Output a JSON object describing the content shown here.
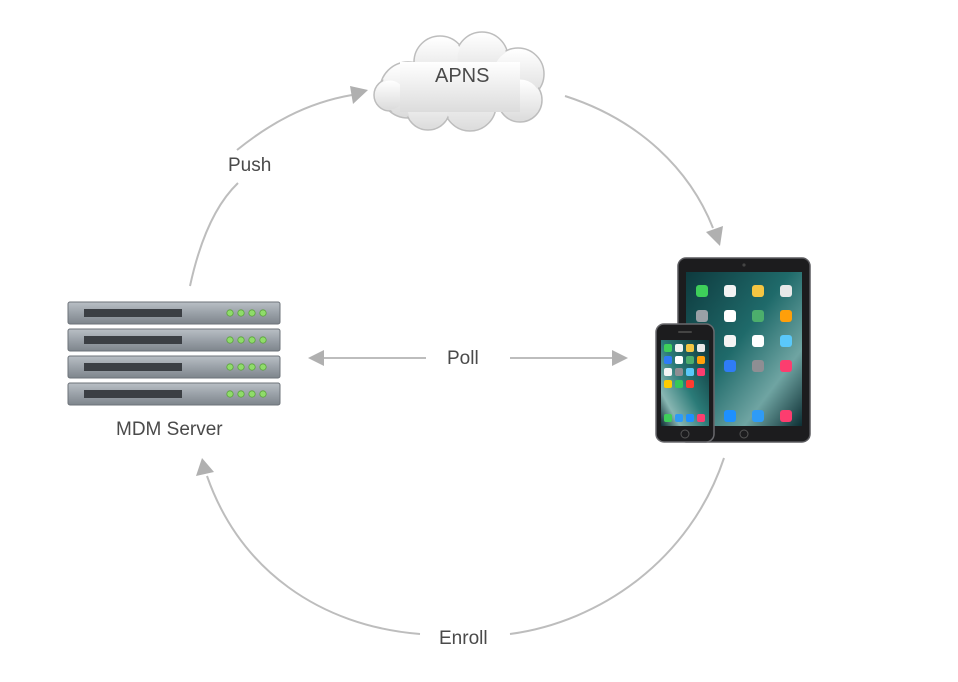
{
  "nodes": {
    "apns": {
      "label": "APNS"
    },
    "server": {
      "label": "MDM Server"
    }
  },
  "edges": {
    "push": "Push",
    "poll": "Poll",
    "enroll": "Enroll"
  },
  "colors": {
    "arrow": "#b8b8b8",
    "text": "#4a4a4a",
    "server_body": "#9aa1a8",
    "server_led": "#8fdc6a",
    "device_frame": "#1c1c1e"
  }
}
